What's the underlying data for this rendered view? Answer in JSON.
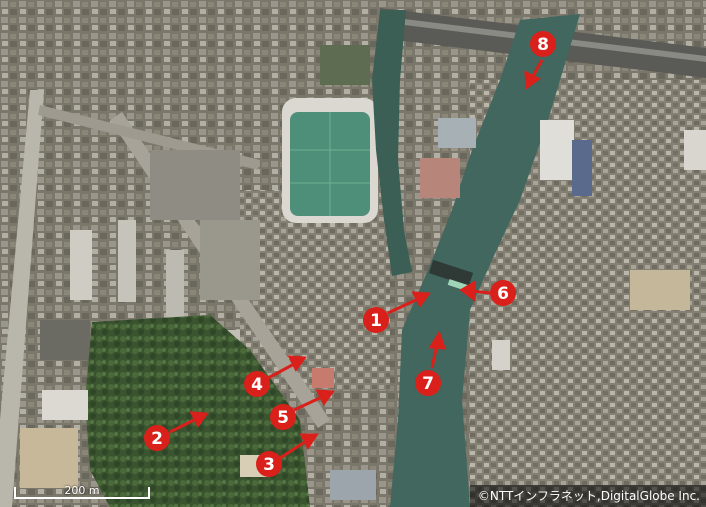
{
  "map": {
    "scale_label": "200 m",
    "attribution": "©NTTインフラネット,DigitalGlobe Inc."
  },
  "markers": [
    {
      "label": "1"
    },
    {
      "label": "2"
    },
    {
      "label": "3"
    },
    {
      "label": "4"
    },
    {
      "label": "5"
    },
    {
      "label": "6"
    },
    {
      "label": "7"
    },
    {
      "label": "8"
    }
  ],
  "colors": {
    "marker": "#d9201a",
    "marker_text": "#ffffff",
    "river": "#41675e",
    "park": "#3c5a2e"
  }
}
